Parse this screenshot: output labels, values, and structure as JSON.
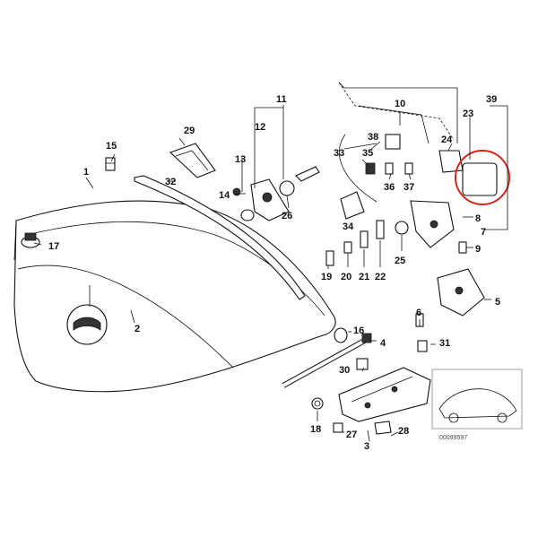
{
  "diagram": {
    "reference_code": "00099597",
    "highlight_color": "#d0261c",
    "labels": [
      "1",
      "2",
      "3",
      "4",
      "5",
      "6",
      "7",
      "8",
      "9",
      "10",
      "11",
      "12",
      "13",
      "14",
      "15",
      "16",
      "17",
      "18",
      "19",
      "20",
      "21",
      "22",
      "23",
      "24",
      "25",
      "26",
      "27",
      "28",
      "29",
      "30",
      "31",
      "32",
      "33",
      "34",
      "35",
      "36",
      "37",
      "38",
      "39"
    ]
  }
}
